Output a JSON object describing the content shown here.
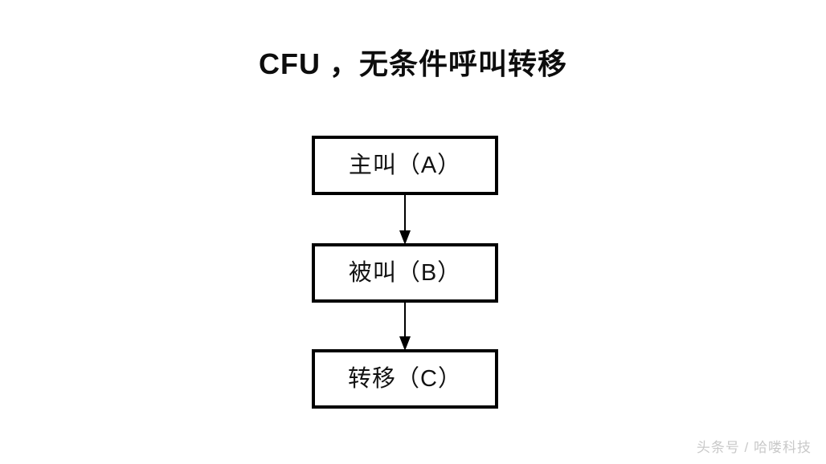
{
  "slide": {
    "background_color": "#ffffff",
    "title": "CFU ，无条件呼叫转移"
  },
  "diagram": {
    "type": "flowchart",
    "orientation": "vertical",
    "box_border_color": "#000000",
    "box_fill_color": "#ffffff",
    "arrow_color": "#000000",
    "nodes": [
      {
        "id": "A",
        "label": "主叫（A）"
      },
      {
        "id": "B",
        "label": "被叫（B）"
      },
      {
        "id": "C",
        "label": "转移（C）"
      }
    ],
    "edges": [
      {
        "from": "A",
        "to": "B",
        "style": "solid-arrow-down",
        "label": ""
      },
      {
        "from": "B",
        "to": "C",
        "style": "solid-arrow-down",
        "label": ""
      }
    ]
  },
  "watermark": {
    "text": "头条号 / 哈喽科技",
    "color": "#c9c9c9"
  }
}
